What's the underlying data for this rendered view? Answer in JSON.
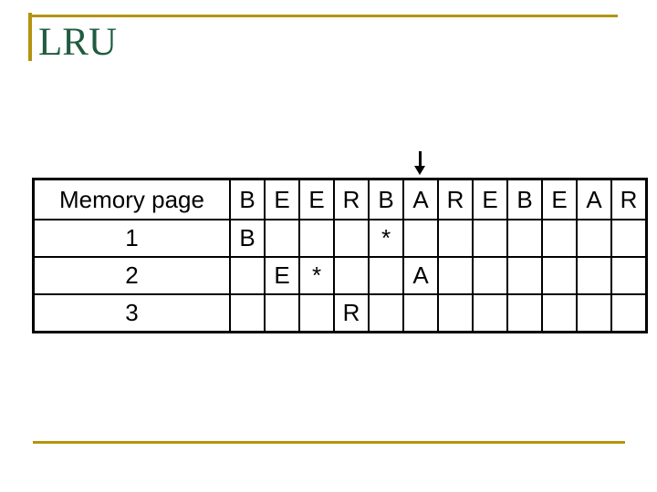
{
  "title": "LRU",
  "pointer": {
    "column_index": 5
  },
  "table": {
    "corner_label": "Memory page",
    "columns": [
      "B",
      "E",
      "E",
      "R",
      "B",
      "A",
      "R",
      "E",
      "B",
      "E",
      "A",
      "R"
    ],
    "rows": [
      {
        "label": "1",
        "cells": [
          {
            "text": "B",
            "style": "ref"
          },
          {},
          {},
          {},
          {
            "text": "*",
            "style": "star",
            "bg": "hl"
          },
          {},
          {},
          {},
          {},
          {},
          {},
          {}
        ]
      },
      {
        "label": "2",
        "cells": [
          {},
          {
            "text": "E",
            "style": "ref"
          },
          {
            "text": "*",
            "style": "star",
            "bg": "hl"
          },
          {
            "bg": "hl"
          },
          {
            "bg": "hl"
          },
          {
            "text": "A",
            "style": "ref"
          },
          {},
          {},
          {},
          {},
          {},
          {}
        ]
      },
      {
        "label": "3",
        "cells": [
          {},
          {},
          {},
          {
            "text": "R",
            "style": "ref",
            "bg": "hl"
          },
          {
            "bg": "hl"
          },
          {},
          {},
          {},
          {},
          {},
          {},
          {}
        ]
      }
    ]
  },
  "colors": {
    "accent_gold": "#B5930F",
    "title_green": "#1F5C3F",
    "letter_purple": "#C77EDB",
    "star_red": "#CC2200",
    "highlight_yellow": "#FFFF66",
    "grid_black": "#000000"
  }
}
